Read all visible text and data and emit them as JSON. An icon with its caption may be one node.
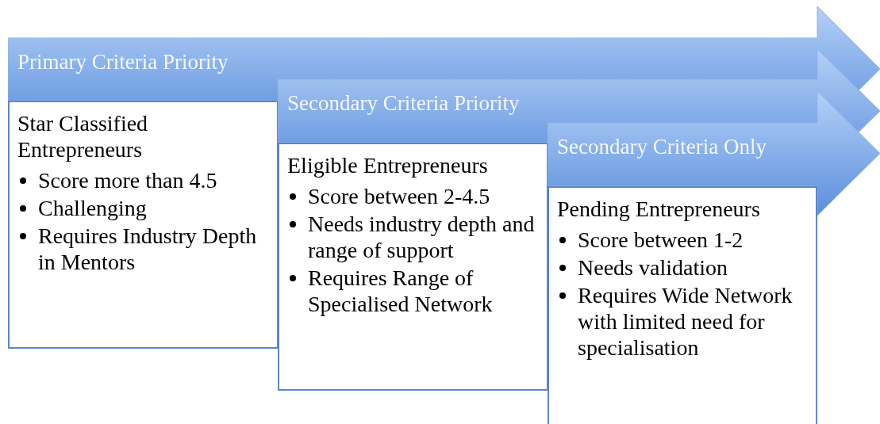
{
  "diagram": {
    "nodes": [
      {
        "text": [
          "Primary Criteria Priority"
        ]
      },
      {
        "text": [
          "Star Classified Entrepreneurs",
          "Score more than 4.5",
          "Challenging",
          "Requires Industry Depth in Mentors"
        ]
      },
      {
        "text": [
          "Secondary Criteria Priority"
        ]
      },
      {
        "text": [
          "Eligible Entrepreneurs",
          "Score between 2-4.5",
          "Needs industry depth and range of support",
          "Requires Range of Specialised Network"
        ]
      },
      {
        "text": [
          "Secondary Criteria Only"
        ]
      },
      {
        "text": [
          "Pending Entrepreneurs",
          "Score between 1-2",
          "Needs validation",
          "Requires Wide Network with limited need for specialisation"
        ]
      }
    ]
  }
}
